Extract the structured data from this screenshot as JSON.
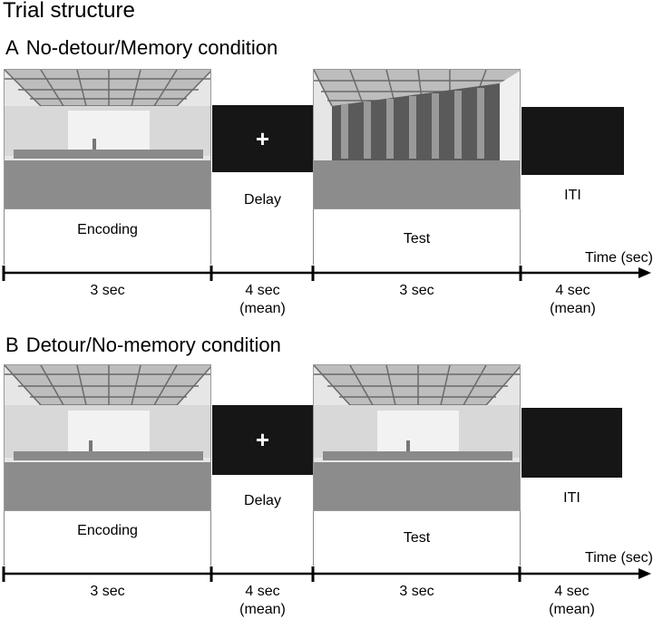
{
  "title": "Trial structure",
  "panels": [
    {
      "letter": "A",
      "name": "No-detour/Memory condition",
      "phases": [
        "Encoding",
        "Delay",
        "Test",
        "ITI"
      ],
      "time_label": "Time (sec)",
      "durations": [
        {
          "line1": "3 sec",
          "line2": ""
        },
        {
          "line1": "4 sec",
          "line2": "(mean)"
        },
        {
          "line1": "3 sec",
          "line2": ""
        },
        {
          "line1": "4 sec",
          "line2": "(mean)"
        }
      ],
      "fixation": "+"
    },
    {
      "letter": "B",
      "name": "Detour/No-memory condition",
      "phases": [
        "Encoding",
        "Delay",
        "Test",
        "ITI"
      ],
      "time_label": "Time (sec)",
      "durations": [
        {
          "line1": "3 sec",
          "line2": ""
        },
        {
          "line1": "4 sec",
          "line2": "(mean)"
        },
        {
          "line1": "3 sec",
          "line2": ""
        },
        {
          "line1": "4 sec",
          "line2": "(mean)"
        }
      ],
      "fixation": "+"
    }
  ]
}
